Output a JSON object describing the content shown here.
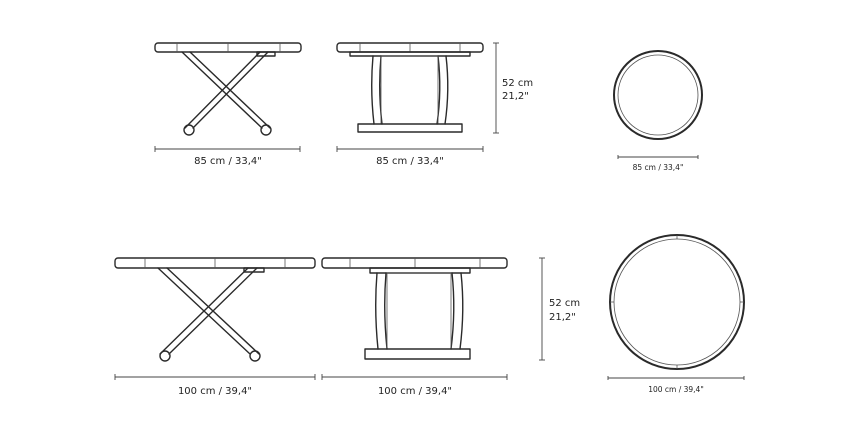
{
  "small_table": {
    "side_width_label": "85 cm / 33,4\"",
    "front_width_label": "85 cm / 33,4\"",
    "height_cm": "52 cm",
    "height_in": "21,2\"",
    "top_diameter_label": "85 cm / 33,4\""
  },
  "large_table": {
    "side_width_label": "100 cm / 39,4\"",
    "front_width_label": "100 cm / 39,4\"",
    "height_cm": "52 cm",
    "height_in": "21,2\"",
    "top_diameter_label": "100 cm / 39,4\""
  },
  "colors": {
    "line": "#2a2a2a",
    "background": "#ffffff"
  }
}
